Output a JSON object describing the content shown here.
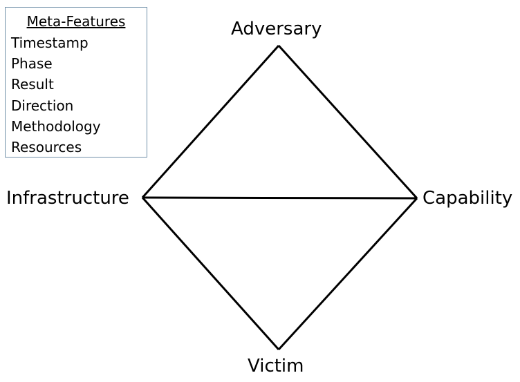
{
  "meta_features": {
    "title": "Meta-Features",
    "items": [
      "Timestamp",
      "Phase",
      "Result",
      "Direction",
      "Methodology",
      "Resources"
    ]
  },
  "vertices": {
    "adversary": "Adversary",
    "infrastructure": "Infrastructure",
    "capability": "Capability",
    "victim": "Victim"
  },
  "colors": {
    "box_border": "#6f8fa8",
    "line": "#000000"
  }
}
